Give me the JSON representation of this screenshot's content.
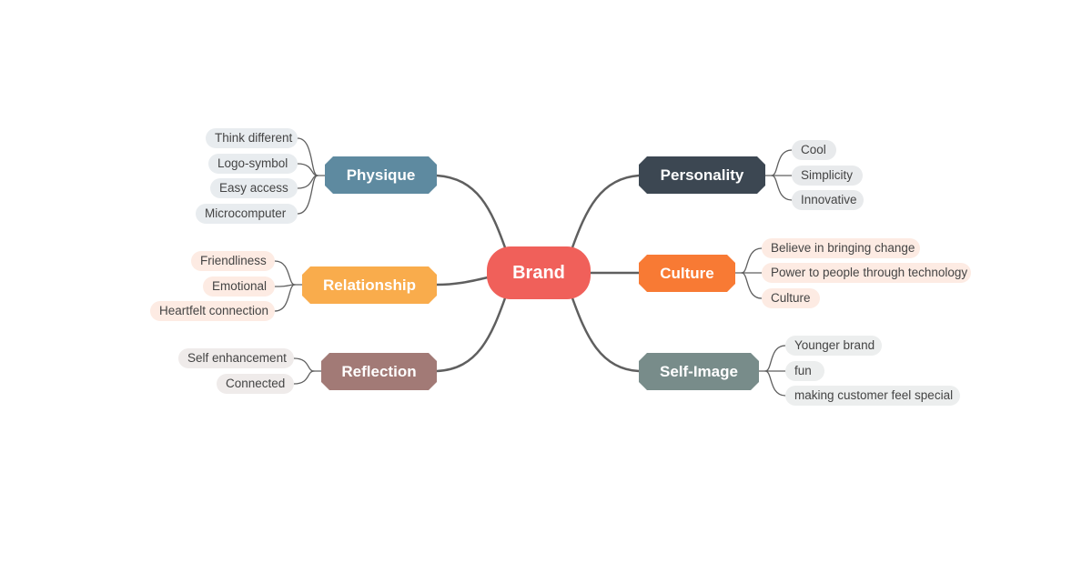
{
  "center": {
    "label": "Brand",
    "color": "#f0605a"
  },
  "branches": [
    {
      "label": "Physique",
      "color": "#5e8aa0",
      "leaf_color": "#e8ecef",
      "leaves": [
        "Think different",
        "Logo-symbol",
        "Easy access",
        "Microcomputer"
      ]
    },
    {
      "label": "Relationship",
      "color": "#f9ac4c",
      "leaf_color": "#fdebe3",
      "leaves": [
        "Friendliness",
        "Emotional",
        "Heartfelt connection"
      ]
    },
    {
      "label": "Reflection",
      "color": "#a27a76",
      "leaf_color": "#efebea",
      "leaves": [
        "Self enhancement",
        "Connected"
      ]
    },
    {
      "label": "Personality",
      "color": "#3c4752",
      "leaf_color": "#e8eaec",
      "leaves": [
        "Cool",
        "Simplicity",
        "Innovative"
      ]
    },
    {
      "label": "Culture",
      "color": "#f87a34",
      "leaf_color": "#fdebe3",
      "leaves": [
        "Believe in bringing change",
        "Power to people through technology",
        "Culture"
      ]
    },
    {
      "label": "Self-Image",
      "color": "#788c8a",
      "leaf_color": "#eceeee",
      "leaves": [
        "Younger brand",
        "fun",
        "making customer feel special"
      ]
    }
  ],
  "link_color": "#5f5f5f"
}
